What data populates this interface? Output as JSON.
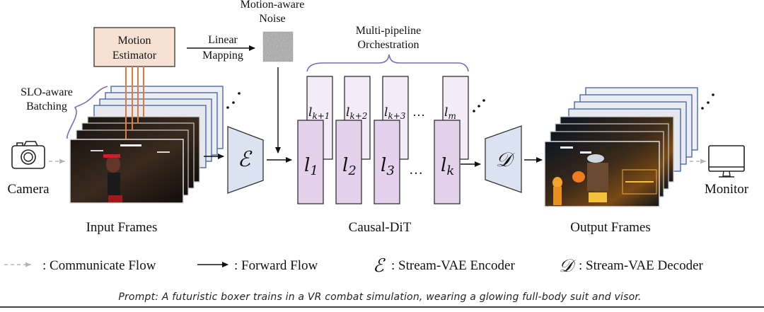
{
  "diagram": {
    "title": "Streaming video diffusion pipeline",
    "nodes": {
      "camera": {
        "label": "Camera",
        "icon": "camera-icon"
      },
      "monitor": {
        "label": "Monitor",
        "icon": "monitor-icon"
      },
      "motion_estimator": {
        "line1": "Motion",
        "line2": "Estimator",
        "fill": "#f7e1d3"
      },
      "linear_mapping": {
        "line1": "Linear",
        "line2": "Mapping"
      },
      "noise": {
        "line1": "Motion-aware",
        "line2": "Noise"
      },
      "slo_batching": {
        "line1": "SLO-aware",
        "line2": "Batching"
      },
      "multi_pipeline": {
        "line1": "Multi-pipeline",
        "line2": "Orchestration"
      },
      "input_frames": {
        "label": "Input Frames"
      },
      "output_frames": {
        "label": "Output Frames"
      },
      "encoder": {
        "symbol": "ℰ",
        "fill": "#dbe3f1"
      },
      "decoder": {
        "symbol": "𝒟",
        "fill": "#dbe3f1"
      },
      "causal_dit": {
        "label": "Causal-DiT",
        "front_layers": [
          "l",
          "l",
          "l",
          "l"
        ],
        "front_subs": [
          "1",
          "2",
          "3",
          "k"
        ],
        "back_subs": [
          "k+1",
          "k+2",
          "k+3",
          "m"
        ],
        "ellipsis": "…",
        "front_fill": "#e4d1ec",
        "back_fill": "#f3ecf8"
      }
    },
    "legend": {
      "communicate": ": Communicate Flow",
      "forward": ": Forward Flow",
      "encoder_symbol": "ℰ",
      "encoder": ": Stream-VAE Encoder",
      "decoder_symbol": "𝒟",
      "decoder": ": Stream-VAE Decoder"
    },
    "prompt": "Prompt: A futuristic boxer trains in a VR combat simulation, wearing a glowing full-body suit and visor.",
    "colors": {
      "frame_outline": "#4a6aaa",
      "orange_link": "#e07b39",
      "brace": "#7a6ab8",
      "dashed": "#b5b5b5"
    }
  }
}
